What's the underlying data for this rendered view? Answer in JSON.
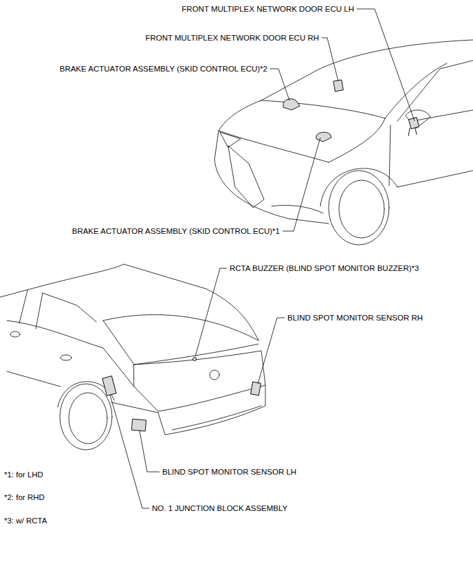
{
  "diagram": {
    "labels": [
      "FRONT MULTIPLEX NETWORK DOOR ECU LH",
      "FRONT MULTIPLEX NETWORK DOOR ECU RH",
      "BRAKE ACTUATOR ASSEMBLY (SKID CONTROL ECU)*2",
      "BRAKE ACTUATOR ASSEMBLY (SKID CONTROL ECU)*1",
      "RCTA BUZZER (BLIND SPOT MONITOR BUZZER)*3",
      "BLIND SPOT MONITOR SENSOR RH",
      "BLIND SPOT MONITOR SENSOR LH",
      "NO. 1 JUNCTION BLOCK ASSEMBLY",
      "*1: for LHD",
      "*2: for RHD",
      "*3: w/ RCTA"
    ]
  }
}
